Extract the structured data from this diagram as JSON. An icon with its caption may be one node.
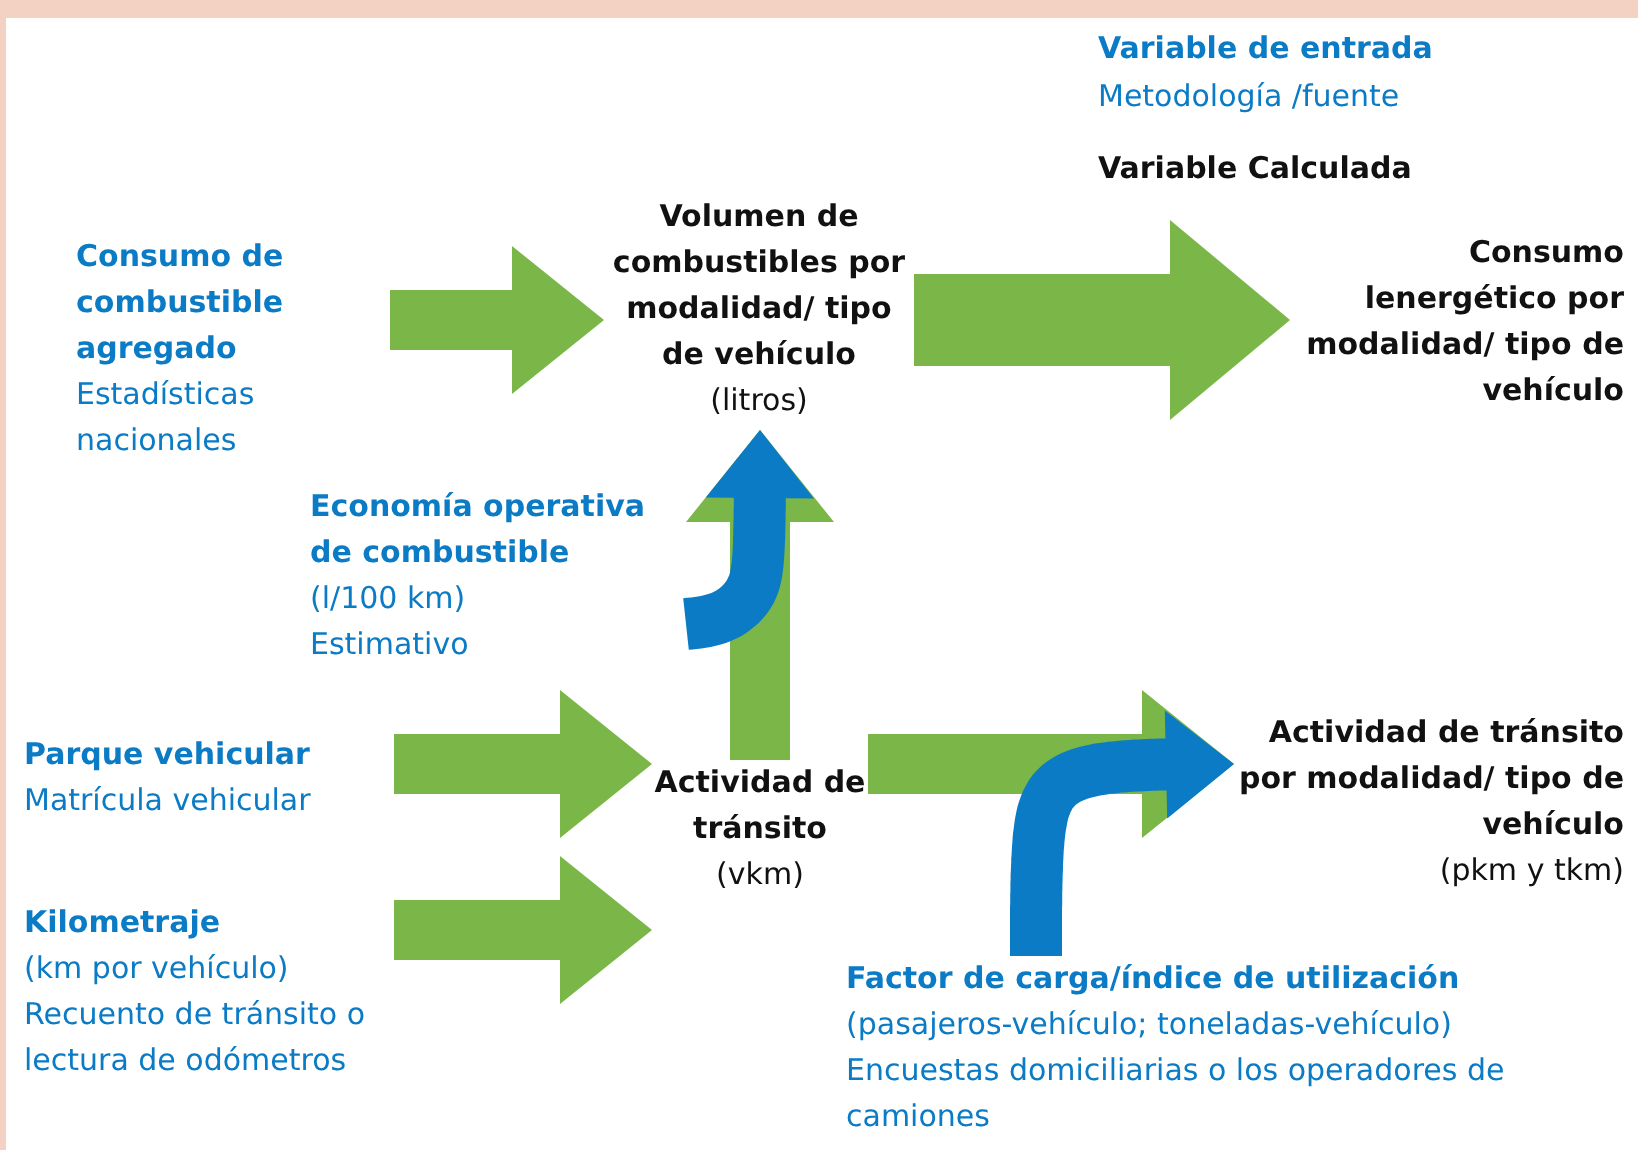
{
  "diagram": {
    "nodes": [
      {
        "text": [
          "Consumo de combustible agregado",
          "Estadísticas nacionales"
        ]
      },
      {
        "text": [
          "Volumen de combustibles por modalidad/ tipo de vehículo",
          "(litros)"
        ]
      },
      {
        "text": [
          "Consumo lenergético por modalidad/ tipo de vehículo"
        ]
      },
      {
        "text": [
          "Economía operativa de combustible",
          "(l/100 km)",
          "Estimativo"
        ]
      },
      {
        "text": [
          "Parque vehicular",
          "Matrícula vehicular"
        ]
      },
      {
        "text": [
          "Actividad de tránsito",
          "(vkm)"
        ]
      },
      {
        "text": [
          "Kilometraje",
          "(km por vehículo)",
          "Recuento de tránsito o lectura de odómetros"
        ]
      },
      {
        "text": [
          "Actividad de tránsito por modalidad/ tipo de vehículo",
          "(pkm y tkm)"
        ]
      },
      {
        "text": [
          "Factor de carga/índice de utilización",
          "(pasajeros-vehículo; toneladas-vehículo)",
          "Encuestas domiciliarias o los operadores de camiones"
        ]
      }
    ],
    "edges": [
      {
        "from": 0,
        "to": 1,
        "arrow": "to"
      },
      {
        "from": 1,
        "to": 2,
        "arrow": "to"
      },
      {
        "from": 4,
        "to": 5,
        "arrow": "to"
      },
      {
        "from": 6,
        "to": 5,
        "arrow": "to"
      },
      {
        "from": 5,
        "to": 1,
        "arrow": "to"
      },
      {
        "from": 3,
        "to": 1,
        "arrow": "to",
        "color": "#0a7bc4"
      },
      {
        "from": 5,
        "to": 7,
        "arrow": "to"
      },
      {
        "from": 8,
        "to": 7,
        "arrow": "to",
        "color": "#0a7bc4"
      }
    ],
    "labels": [
      "Variable de entrada",
      "Metodología /fuente",
      "Variable Calculada"
    ]
  }
}
